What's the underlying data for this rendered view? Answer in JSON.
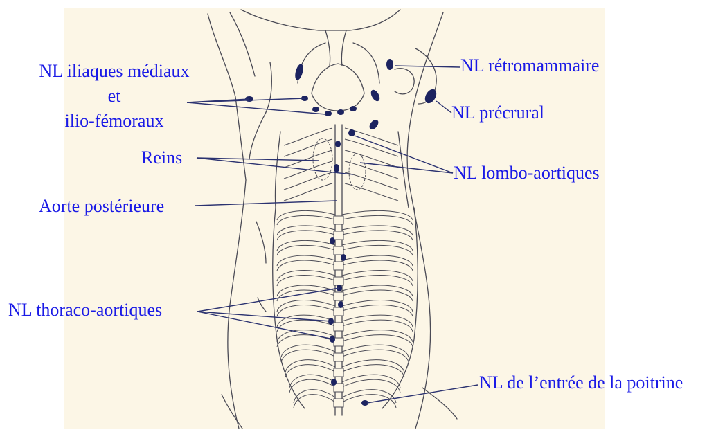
{
  "colors": {
    "background": "#fcf6e6",
    "outline": "#4a4a55",
    "node": "#1c2360",
    "label_text": "#1a1ae6",
    "leader": "#2b3270"
  },
  "labels": {
    "iliaques_l1": "NL iliaques médiaux",
    "iliaques_l2": "et",
    "iliaques_l3": "ilio-fémoraux",
    "retromammaire": "NL rétromammaire",
    "precrural": "NL précrural",
    "reins": "Reins",
    "lombo": "NL lombo-aortiques",
    "aorte": "Aorte postérieure",
    "thoraco": "NL thoraco-aortiques",
    "entree": "NL de l’entrée de la poitrine"
  }
}
